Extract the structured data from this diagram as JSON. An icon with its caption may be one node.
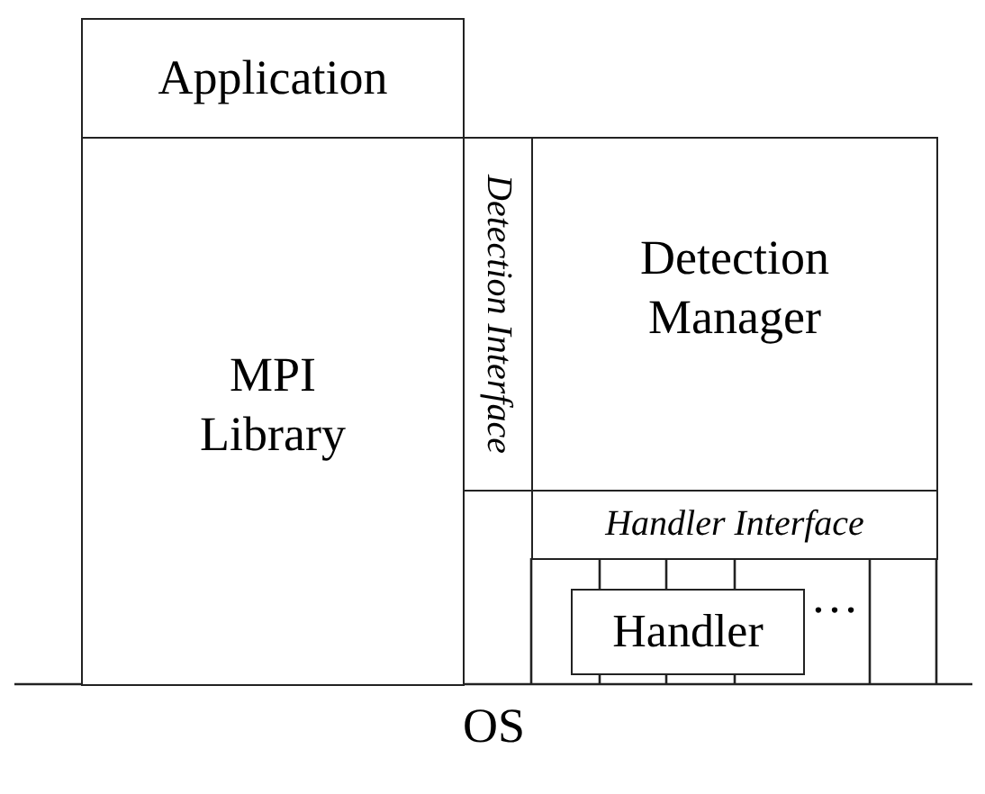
{
  "diagram": {
    "nodes": [
      {
        "text": [
          "Application"
        ]
      },
      {
        "text": [
          "MPI Library"
        ]
      },
      {
        "text": [
          "Detection Interface"
        ]
      },
      {
        "text": [
          "Detection Manager"
        ]
      },
      {
        "text": [
          "Handler Interface"
        ]
      },
      {
        "text": [
          "Handler"
        ]
      }
    ],
    "labels": [
      "…",
      "OS"
    ]
  }
}
